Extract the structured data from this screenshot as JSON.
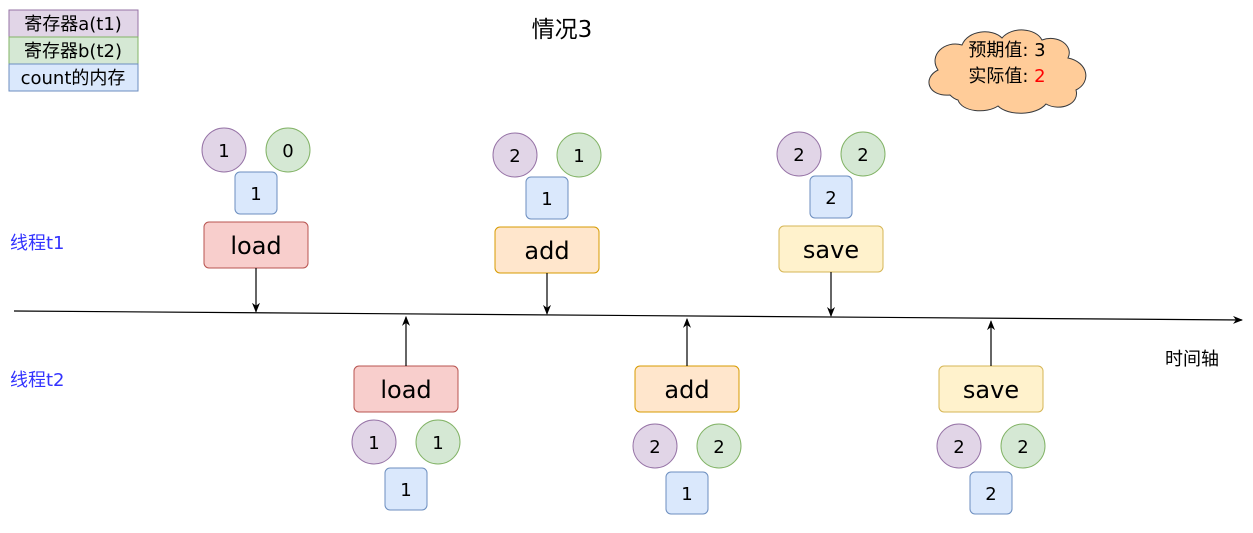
{
  "title": "情况3",
  "legend": [
    {
      "label": "寄存器a(t1)",
      "fill": "#e1d5e7",
      "stroke": "#9673a6"
    },
    {
      "label": "寄存器b(t2)",
      "fill": "#d5e8d4",
      "stroke": "#82b366"
    },
    {
      "label": "count的内存",
      "fill": "#dae8fc",
      "stroke": "#6c8ebf"
    }
  ],
  "result_cloud": {
    "expected_label": "预期值: ",
    "expected_value": "3",
    "actual_label": "实际值: ",
    "actual_value": "2",
    "actual_value_color": "#ff0000",
    "fill": "#ffcc99",
    "stroke": "#36393d"
  },
  "thread_labels": {
    "t1": "线程t1",
    "t2": "线程t2",
    "color": "#3333ff"
  },
  "axis_label": "时间轴",
  "colors": {
    "load": {
      "fill": "#f8cecc",
      "stroke": "#b85450"
    },
    "add": {
      "fill": "#ffe6cc",
      "stroke": "#d79b00"
    },
    "save": {
      "fill": "#fff2cc",
      "stroke": "#d6b656"
    }
  },
  "steps": [
    {
      "thread": "t1",
      "op": "load",
      "reg_a": "1",
      "reg_b": "0",
      "mem": "1"
    },
    {
      "thread": "t2",
      "op": "load",
      "reg_a": "1",
      "reg_b": "1",
      "mem": "1"
    },
    {
      "thread": "t1",
      "op": "add",
      "reg_a": "2",
      "reg_b": "1",
      "mem": "1"
    },
    {
      "thread": "t2",
      "op": "add",
      "reg_a": "2",
      "reg_b": "2",
      "mem": "1"
    },
    {
      "thread": "t1",
      "op": "save",
      "reg_a": "2",
      "reg_b": "2",
      "mem": "2"
    },
    {
      "thread": "t2",
      "op": "save",
      "reg_a": "2",
      "reg_b": "2",
      "mem": "2"
    }
  ]
}
